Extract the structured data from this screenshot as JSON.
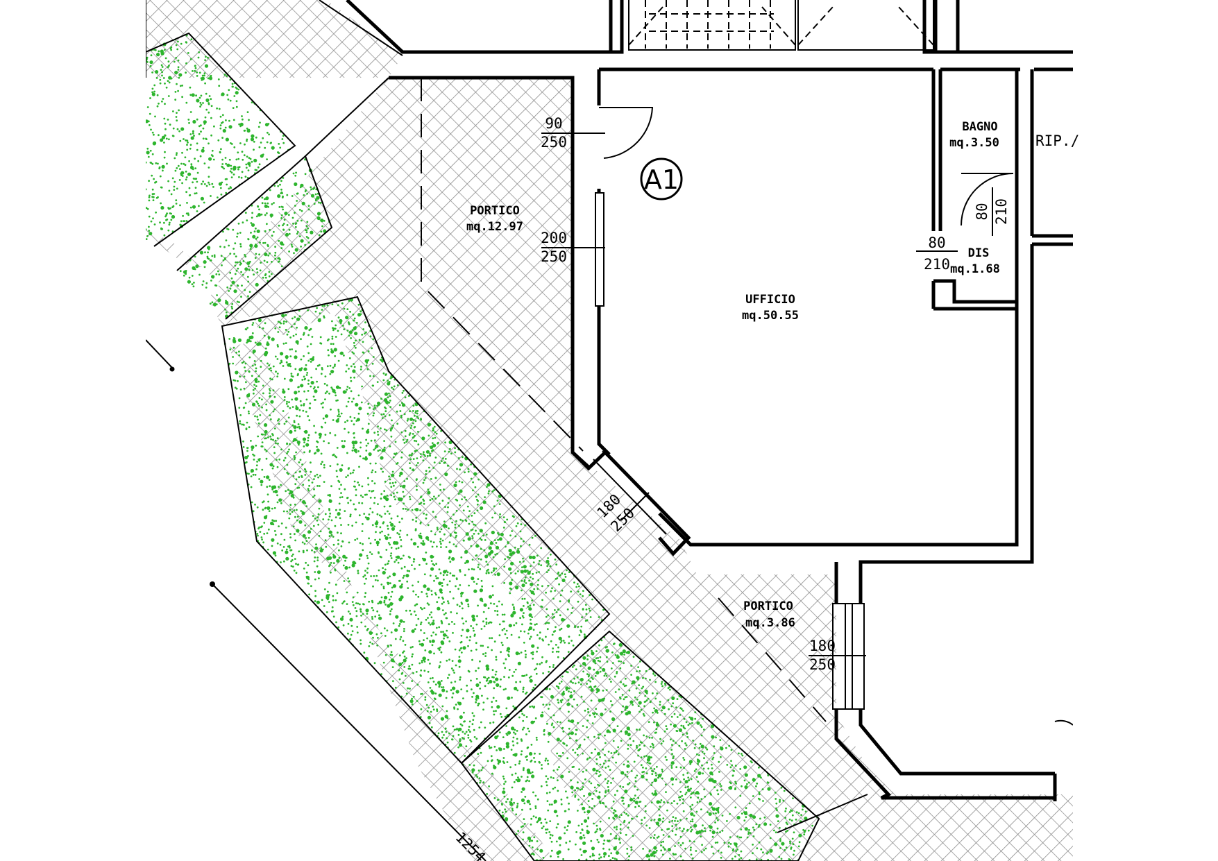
{
  "rooms": [
    {
      "name": "UFFICIO",
      "area": "mq.50.55"
    },
    {
      "name": "BAGNO",
      "area": "mq.3.50"
    },
    {
      "name": "DIS",
      "area": "mq.1.68"
    },
    {
      "name": "PORTICO",
      "area": "mq.12.97"
    },
    {
      "name": "PORTICO",
      "area": "mq.3.86"
    },
    {
      "name": "RIP./"
    }
  ],
  "unit_label": "A1",
  "openings": [
    {
      "width": "90",
      "height": "250"
    },
    {
      "width": "200",
      "height": "250"
    },
    {
      "width": "80",
      "height": "210"
    },
    {
      "width": "80",
      "height": "210"
    },
    {
      "width": "180",
      "height": "250"
    },
    {
      "width": "180",
      "height": "250"
    }
  ],
  "dimension": "1254",
  "colors": {
    "lawn": "#2db52d",
    "paving": "#8c8c8c",
    "wall": "#000000"
  }
}
